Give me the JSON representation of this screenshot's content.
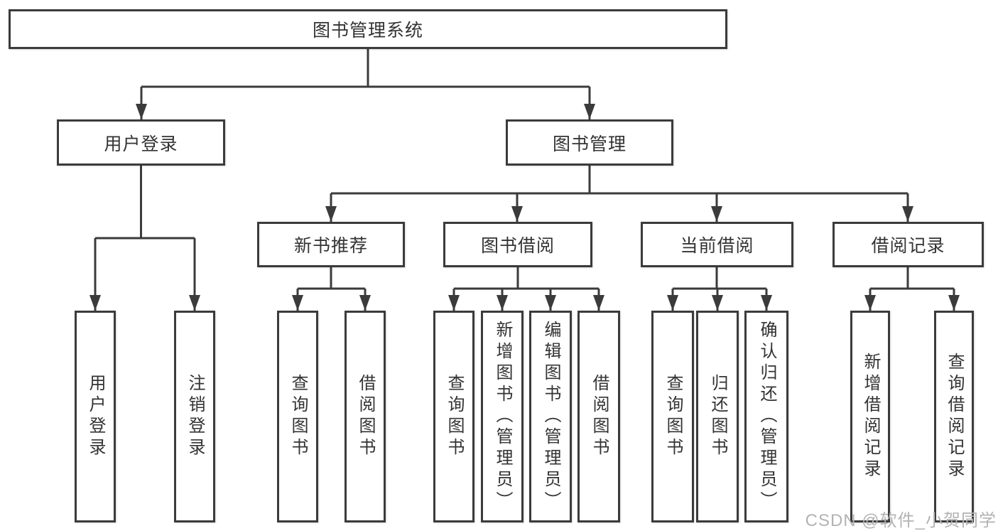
{
  "tree": {
    "root": {
      "label": "图书管理系统"
    },
    "children": [
      {
        "label": "用户登录",
        "children": [
          {
            "label": "用户登录"
          },
          {
            "label": "注销登录"
          }
        ]
      },
      {
        "label": "图书管理",
        "children": [
          {
            "label": "新书推荐",
            "children": [
              {
                "label": "查询图书"
              },
              {
                "label": "借阅图书"
              }
            ]
          },
          {
            "label": "图书借阅",
            "children": [
              {
                "label": "查询图书"
              },
              {
                "label": "新增图书（管理员）"
              },
              {
                "label": "编辑图书（管理员）"
              },
              {
                "label": "借阅图书"
              }
            ]
          },
          {
            "label": "当前借阅",
            "children": [
              {
                "label": "查询图书"
              },
              {
                "label": "归还图书"
              },
              {
                "label": "确认归还（管理员）"
              }
            ]
          },
          {
            "label": "借阅记录",
            "children": [
              {
                "label": "新增借阅记录"
              },
              {
                "label": "查询借阅记录"
              }
            ]
          }
        ]
      }
    ]
  },
  "watermark": "CSDN @软件_小贺同学",
  "colors": {
    "line": "#3b3b3b",
    "text": "#333333",
    "watermark": "#b3b3b3",
    "background": "#ffffff"
  }
}
